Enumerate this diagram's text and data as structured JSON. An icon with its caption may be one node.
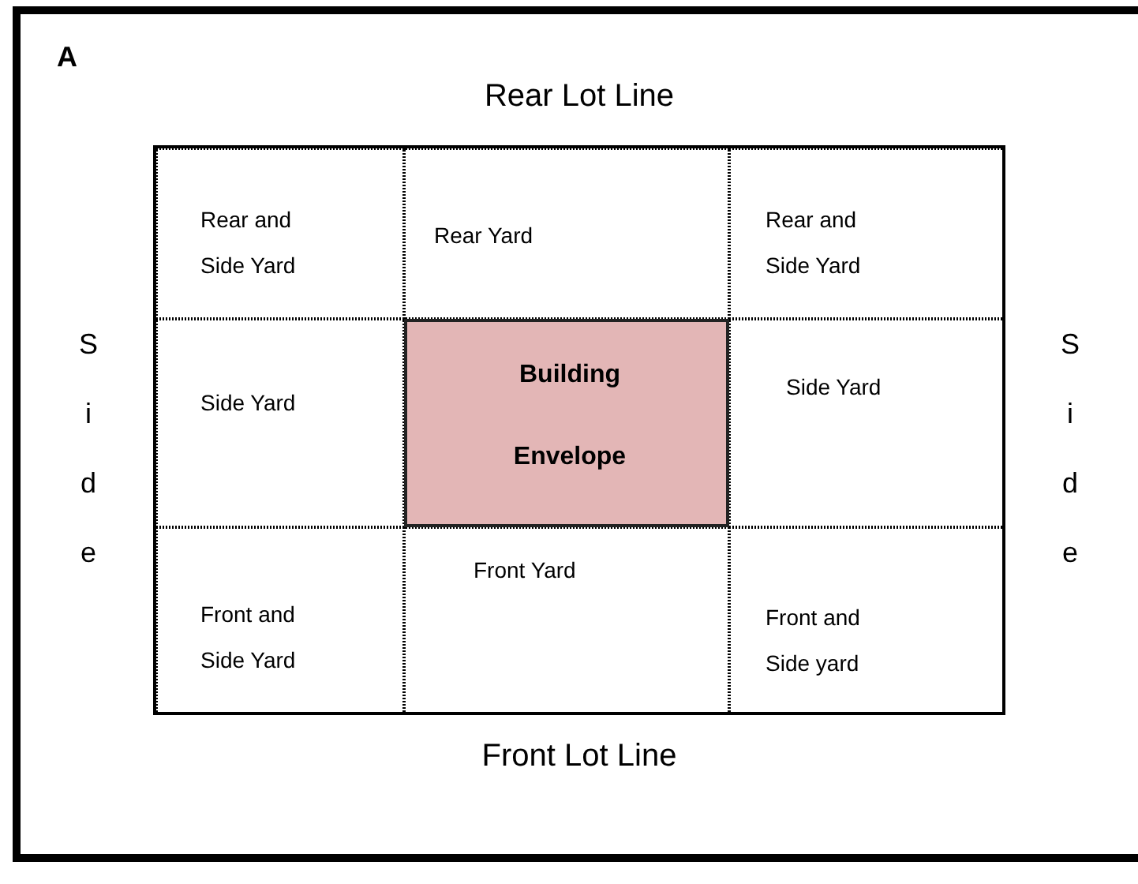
{
  "diagram": {
    "nodes": [
      {
        "text": [],
        "shape": "box"
      },
      {
        "text": [
          "Rear and Side Yard"
        ],
        "in": 0
      },
      {
        "text": [
          "Rear Yard"
        ],
        "in": 0
      },
      {
        "text": [
          "Rear and Side Yard"
        ],
        "in": 0
      },
      {
        "text": [
          "Side Yard"
        ],
        "in": 0
      },
      {
        "text": [
          "Building Envelope"
        ],
        "in": 0
      },
      {
        "text": [
          "Side Yard"
        ],
        "in": 0
      },
      {
        "text": [
          "Front and Side Yard"
        ],
        "in": 0
      },
      {
        "text": [
          "Front Yard"
        ],
        "in": 0
      },
      {
        "text": [
          "Front and Side yard"
        ],
        "in": 0
      }
    ],
    "labels": [
      "A",
      "Rear Lot Line",
      "Side",
      "Side",
      "Front Lot Line"
    ]
  }
}
